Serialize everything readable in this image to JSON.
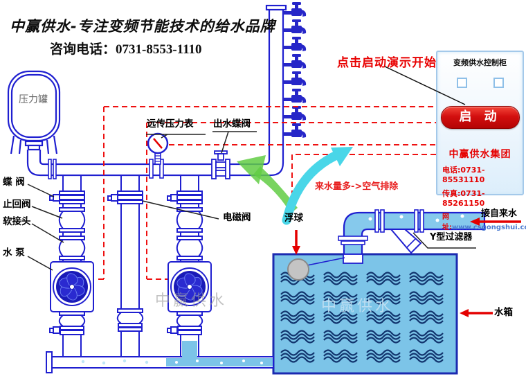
{
  "header": {
    "slogan": "中赢供水-专注变频节能技术的给水品牌",
    "phone_line": "咨询电话：0731-8553-1110"
  },
  "diagram": {
    "labels": {
      "pressure_tank": "压力罐",
      "butterfly_valve": "蝶 阀",
      "check_valve": "止回阀",
      "flexible_joint": "软接头",
      "water_pump": "水 泵",
      "solenoid_valve": "电磁阀",
      "remote_pressure_gauge": "远传压力表",
      "outlet_butterfly_valve": "出水蝶阀",
      "float_ball": "浮球",
      "tap_water_inlet": "接自来水",
      "y_type_filter": "Y型过滤器",
      "water_tank": "水箱"
    },
    "annotations": {
      "demo_hint": "点击启动演示开始",
      "air_removal": "来水量多->空气排除"
    },
    "watermark": "中赢供水"
  },
  "cabinet": {
    "title": "变频供水控制柜",
    "start_button": "启 动",
    "company": "中赢供水集团",
    "tel": "电话:0731-85531110",
    "fax": "传真:0731-85261150",
    "web_label": "网址:",
    "web_url": "www.csgongshui.com"
  },
  "colors": {
    "pipe_blue": "#1f1fd0",
    "water_blue": "#7cc4e8",
    "dashed_red": "#ee1111",
    "red_text": "#e60000",
    "button_red": "#c40808",
    "cyan_arrow": "#49d6e8",
    "green_arrow": "#62cc44",
    "wave_navy": "#12356e"
  }
}
